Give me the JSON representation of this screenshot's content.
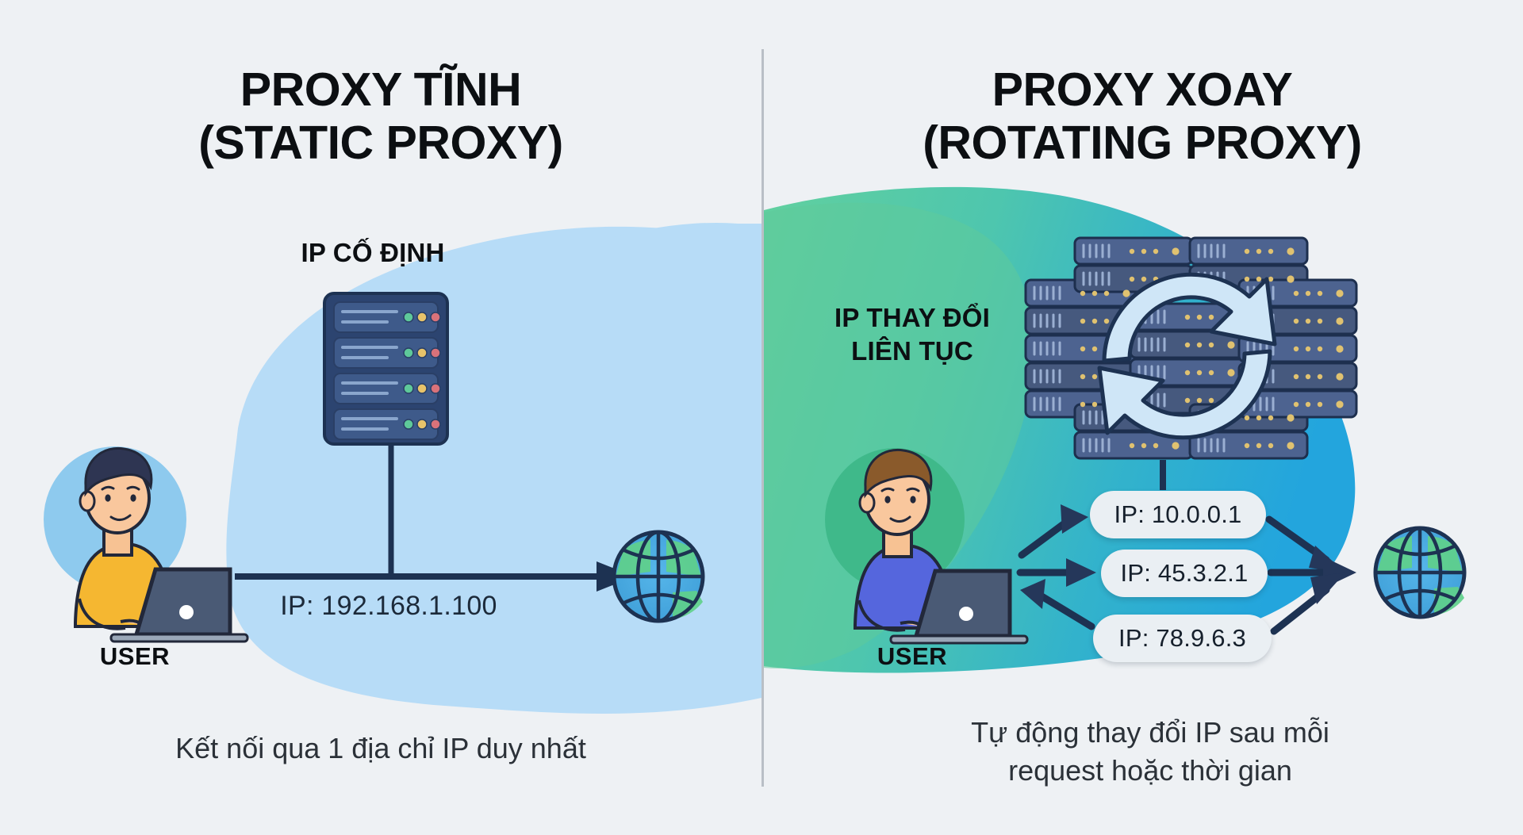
{
  "page": {
    "background_color": "#eef1f4",
    "divider_color": "#b9bfc6"
  },
  "left_panel": {
    "heading": "PROXY TĨNH\n(STATIC PROXY)",
    "server_label": "IP CỐ ĐỊNH",
    "user_label": "USER",
    "connection_ip": "IP: 192.168.1.100",
    "caption": "Kết nối qua 1 địa chỉ IP duy nhất",
    "blob_color": "#b7dcf7",
    "avatar_circle_color": "#8ecaee",
    "shirt_color": "#f5b731",
    "hair_color": "#2e3552",
    "server_color": "#2c4470",
    "globe_icon": "globe-icon",
    "server_icon": "server-rack-icon",
    "user_icon": "user-laptop-icon",
    "arrow_icon": "arrow-right-icon"
  },
  "right_panel": {
    "heading": "PROXY XOAY\n(ROTATING PROXY)",
    "server_label": "IP THAY ĐỔI\nLIÊN TỤC",
    "user_label": "USER",
    "caption": "Tự động thay đổi IP sau mỗi\nrequest hoặc thời gian",
    "ip_list": [
      "IP: 10.0.0.1",
      "IP: 45.3.2.1",
      "IP: 78.9.6.3"
    ],
    "blob_gradient_start": "#5fcf9e",
    "blob_gradient_end": "#2aa9dc",
    "avatar_circle_color": "#3fb98a",
    "shirt_color": "#5566dd",
    "hair_color": "#8a5a2b",
    "server_color": "#46597e",
    "rotate_arrow_color": "#cfe6f7",
    "globe_icon": "globe-icon",
    "server_cluster_icon": "server-cluster-icon",
    "rotate_icon": "rotate-arrows-icon",
    "user_icon": "user-laptop-icon",
    "arrow_icon": "arrow-right-icon"
  },
  "chart_data": {
    "type": "diagram",
    "title": "Static Proxy vs Rotating Proxy",
    "comparison": [
      {
        "side": "left",
        "title": "PROXY TĨNH (STATIC PROXY)",
        "node_label": "IP CỐ ĐỊNH",
        "ips": [
          "192.168.1.100"
        ],
        "flow": "USER → PROXY (IP CỐ ĐỊNH) → INTERNET",
        "note": "Kết nối qua 1 địa chỉ IP duy nhất"
      },
      {
        "side": "right",
        "title": "PROXY XOAY (ROTATING PROXY)",
        "node_label": "IP THAY ĐỔI LIÊN TỤC",
        "ips": [
          "10.0.0.1",
          "45.3.2.1",
          "78.9.6.3"
        ],
        "flow": "USER → PROXY POOL (xoay IP) → INTERNET",
        "note": "Tự động thay đổi IP sau mỗi request hoặc thời gian"
      }
    ]
  }
}
